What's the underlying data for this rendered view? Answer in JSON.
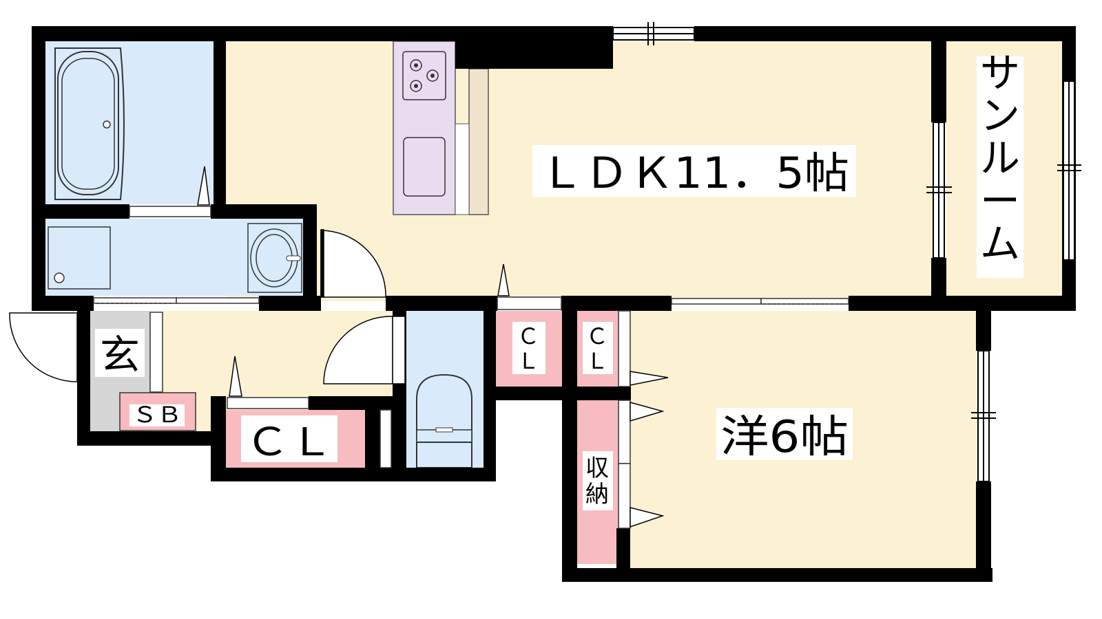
{
  "rooms": {
    "ldk": "ＬＤＫ11．5帖",
    "western": "洋6帖",
    "sunroom": "サンルーム",
    "entrance": "玄",
    "shoe_box": "ＳＢ",
    "closet_hall": "ＣＬ",
    "closet_small_1": "Ｃ\nＬ",
    "closet_small_2": "Ｃ\nＬ",
    "storage": "収\n納"
  },
  "colors": {
    "wall": "#000000",
    "living_floor": "#fdf1d3",
    "water_area": "#d9ebfb",
    "kitchen": "#e9dcf0",
    "closet": "#f8bcc0",
    "entrance_floor": "#d6d6d6",
    "counter": "#f1e3cc"
  }
}
